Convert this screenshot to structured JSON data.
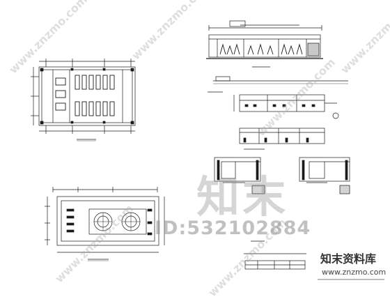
{
  "watermarks": {
    "site_diag": "www.znzmo.com",
    "center_logo": "知末",
    "id_text": "ID:532102884",
    "brand_cn": "知末资料库",
    "brand_url": "www.znzmo.com"
  },
  "colors": {
    "line": "#1a1a1a",
    "watermark": "#9a9a9a"
  }
}
